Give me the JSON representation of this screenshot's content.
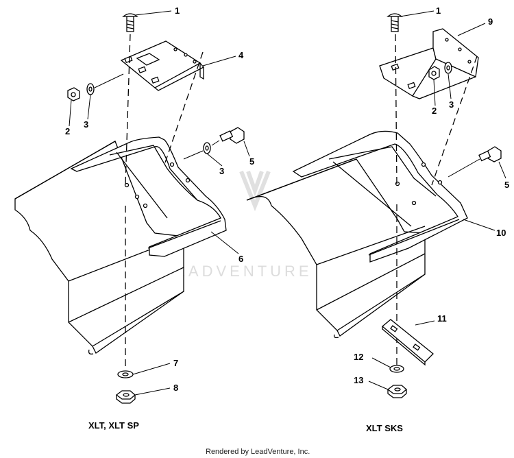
{
  "watermark": {
    "brand": "LEADVENTURE"
  },
  "left_view": {
    "caption": "XLT, XLT SP",
    "labels": {
      "p1": "1",
      "p2": "2",
      "p3a": "3",
      "p3b": "3",
      "p4": "4",
      "p5": "5",
      "p6": "6",
      "p7": "7",
      "p8": "8"
    }
  },
  "right_view": {
    "caption": "XLT SKS",
    "labels": {
      "p1": "1",
      "p2": "2",
      "p3": "3",
      "p5": "5",
      "p9": "9",
      "p10": "10",
      "p11": "11",
      "p12": "12",
      "p13": "13"
    }
  },
  "footer": {
    "text": "Rendered by LeadVenture, Inc."
  }
}
